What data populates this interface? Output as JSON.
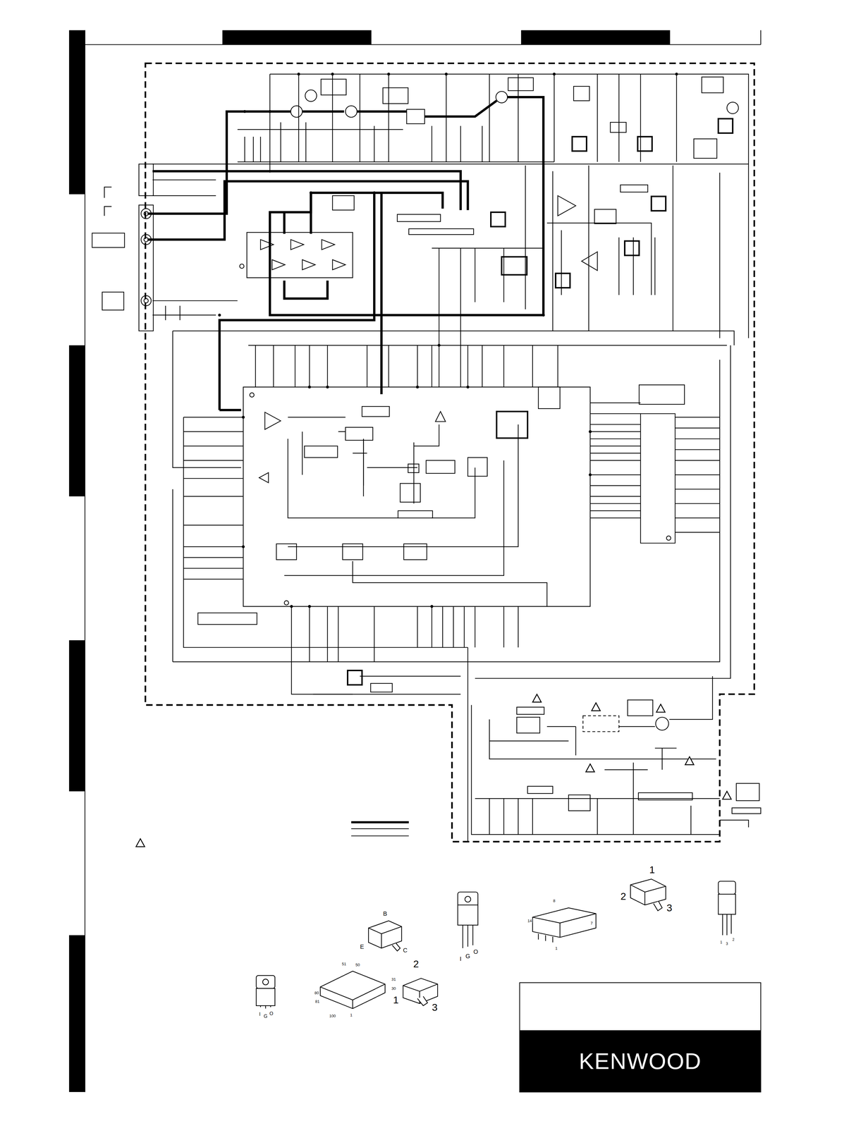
{
  "diagram": {
    "nodes": [
      {
        "text": [
          "KENWOOD"
        ]
      }
    ],
    "labels": [
      "B",
      "E",
      "C",
      "I",
      "G",
      "O",
      "8",
      "14",
      "7",
      "1",
      "1",
      "2",
      "3",
      "1",
      "3",
      "2",
      "I",
      "G",
      "O",
      "51",
      "50",
      "80",
      "81",
      "100",
      "1",
      "31",
      "30",
      "2",
      "1",
      "3"
    ]
  }
}
